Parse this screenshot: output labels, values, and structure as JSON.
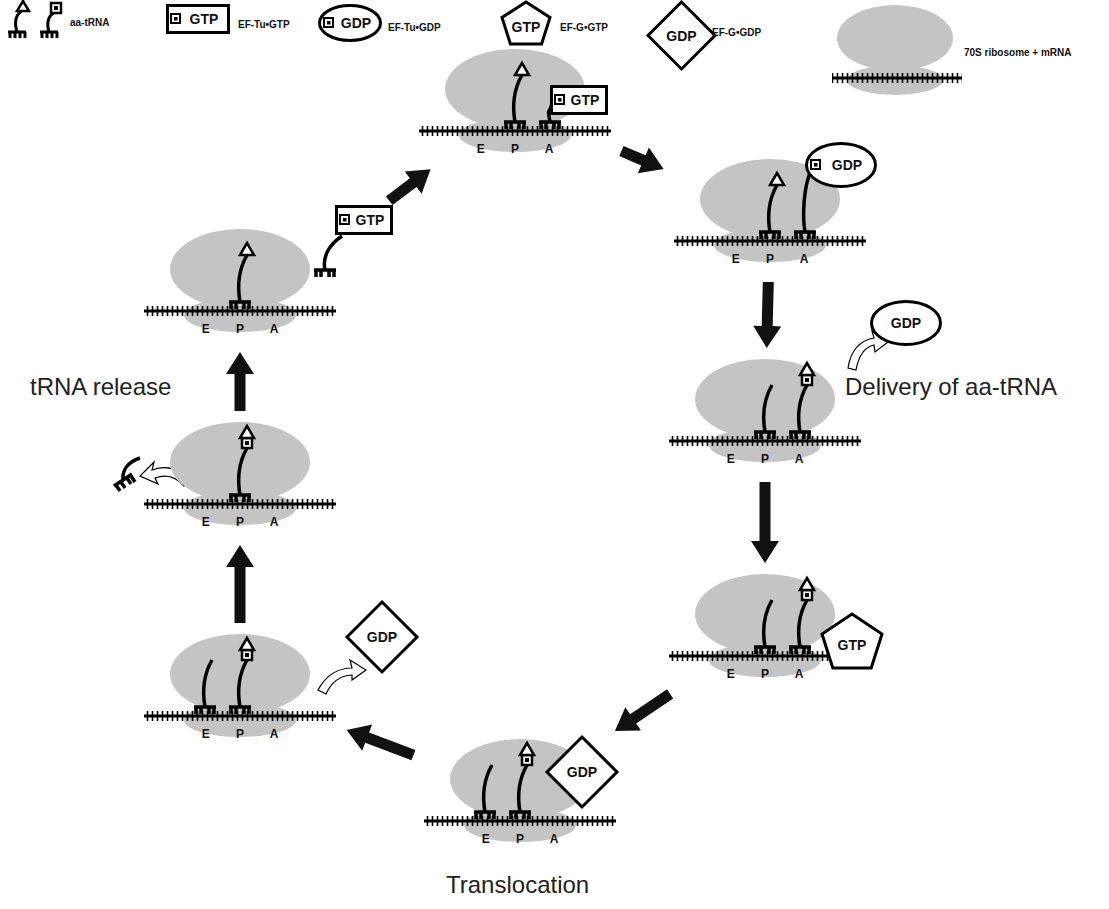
{
  "diagram": {
    "nodes": [
      {
        "text": [
          "E P A"
        ]
      },
      {
        "text": [
          "GTP"
        ]
      },
      {
        "text": [
          "E P A"
        ]
      },
      {
        "text": [
          "GDP"
        ]
      },
      {
        "text": [
          "E P A"
        ]
      },
      {
        "text": [
          "GDP"
        ]
      },
      {
        "text": [
          "E P A"
        ]
      },
      {
        "text": [
          "GTP"
        ]
      },
      {
        "text": [
          "E P A"
        ]
      },
      {
        "text": [
          "GDP"
        ]
      },
      {
        "text": [
          "E P A"
        ]
      },
      {
        "text": [
          "GDP"
        ]
      },
      {
        "text": [
          "E P A"
        ]
      },
      {
        "text": [
          "E P A"
        ]
      },
      {
        "text": [
          "GTP"
        ]
      }
    ],
    "edges": [
      {
        "from": 14,
        "to": 0,
        "arrow": "to"
      },
      {
        "from": 0,
        "to": 2,
        "arrow": "to"
      },
      {
        "from": 2,
        "to": 4,
        "arrow": "to"
      },
      {
        "from": 4,
        "to": 6,
        "arrow": "to"
      },
      {
        "from": 6,
        "to": 8,
        "arrow": "to"
      },
      {
        "from": 8,
        "to": 10,
        "arrow": "to"
      },
      {
        "from": 10,
        "to": 12,
        "arrow": "to"
      },
      {
        "from": 12,
        "to": 13,
        "arrow": "to"
      }
    ],
    "labels": [
      "tRNA release",
      "Delivery of aa-tRNA",
      "Translocation",
      "GTP",
      "GDP",
      "GTP",
      "GDP"
    ],
    "legend": [
      {
        "text": "aa-tRNA"
      },
      {
        "text": "EF-Tu•GTP"
      },
      {
        "text": "EF-Tu•GDP"
      },
      {
        "text": "EF-G•GTP"
      },
      {
        "text": "EF-G•GDP"
      },
      {
        "text": "70S ribosome + mRNA"
      }
    ]
  }
}
